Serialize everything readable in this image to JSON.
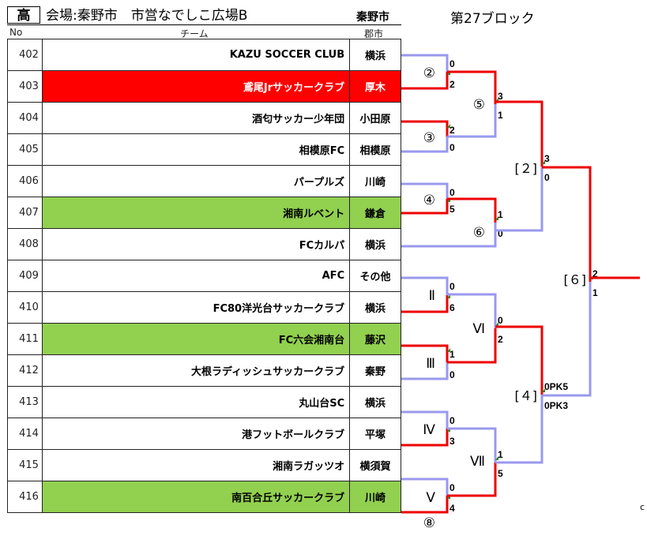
{
  "header": {
    "category": "高",
    "venue": "会場:秦野市　市営なでしこ広場B",
    "city": "秦野市",
    "block": "第27ブロック",
    "col_no": "No",
    "col_team": "チーム",
    "col_city": "郡市"
  },
  "teams": [
    {
      "no": "402",
      "name": "KAZU SOCCER CLUB",
      "city": "横浜",
      "color": ""
    },
    {
      "no": "403",
      "name": "鳶尾Jrサッカークラブ",
      "city": "厚木",
      "color": "red"
    },
    {
      "no": "404",
      "name": "酒匂サッカー少年団",
      "city": "小田原",
      "color": ""
    },
    {
      "no": "405",
      "name": "相模原FC",
      "city": "相模原",
      "color": ""
    },
    {
      "no": "406",
      "name": "パープルズ",
      "city": "川崎",
      "color": ""
    },
    {
      "no": "407",
      "name": "湘南ルベント",
      "city": "鎌倉",
      "color": "green"
    },
    {
      "no": "408",
      "name": "FCカルパ",
      "city": "横浜",
      "color": ""
    },
    {
      "no": "409",
      "name": "AFC",
      "city": "その他",
      "color": ""
    },
    {
      "no": "410",
      "name": "FC80洋光台サッカークラブ",
      "city": "横浜",
      "color": ""
    },
    {
      "no": "411",
      "name": "FC六会湘南台",
      "city": "藤沢",
      "color": "green"
    },
    {
      "no": "412",
      "name": "大根ラディッシュサッカークラブ",
      "city": "秦野",
      "color": ""
    },
    {
      "no": "413",
      "name": "丸山台SC",
      "city": "横浜",
      "color": ""
    },
    {
      "no": "414",
      "name": "港フットボールクラブ",
      "city": "平塚",
      "color": ""
    },
    {
      "no": "415",
      "name": "湘南ラガッツオ",
      "city": "横須賀",
      "color": ""
    },
    {
      "no": "416",
      "name": "南百合丘サッカークラブ",
      "city": "川崎",
      "color": "green"
    }
  ],
  "matches": [
    {
      "label": "②",
      "s1": "0",
      "s2": "2"
    },
    {
      "label": "③",
      "s1": "2",
      "s2": "0"
    },
    {
      "label": "④",
      "s1": "0",
      "s2": "5"
    },
    {
      "label": "Ⅱ",
      "s1": "0",
      "s2": "6"
    },
    {
      "label": "Ⅲ",
      "s1": "1",
      "s2": "0"
    },
    {
      "label": "Ⅳ",
      "s1": "0",
      "s2": "3"
    },
    {
      "label": "Ⅴ",
      "s1": "0",
      "s2": "4"
    },
    {
      "label": "⑤",
      "s1": "3",
      "s2": "1"
    },
    {
      "label": "⑥",
      "s1": "1",
      "s2": "0"
    },
    {
      "label": "Ⅵ",
      "s1": "0",
      "s2": "2"
    },
    {
      "label": "Ⅶ",
      "s1": "1",
      "s2": "5"
    },
    {
      "label": "[２]",
      "s1": "3",
      "s2": "0"
    },
    {
      "label": "[４]",
      "s1": "0PK5",
      "s2": "0PK3"
    },
    {
      "label": "[６]",
      "s1": "2",
      "s2": "1"
    },
    {
      "label": "⑧",
      "s1": "",
      "s2": ""
    }
  ],
  "colors": {
    "win": "#ee0000",
    "lose": "#9999ee",
    "red_fill": "#ff0000",
    "green_fill": "#92d050",
    "tick": "#2a8a2a"
  },
  "corner_mark": "c"
}
